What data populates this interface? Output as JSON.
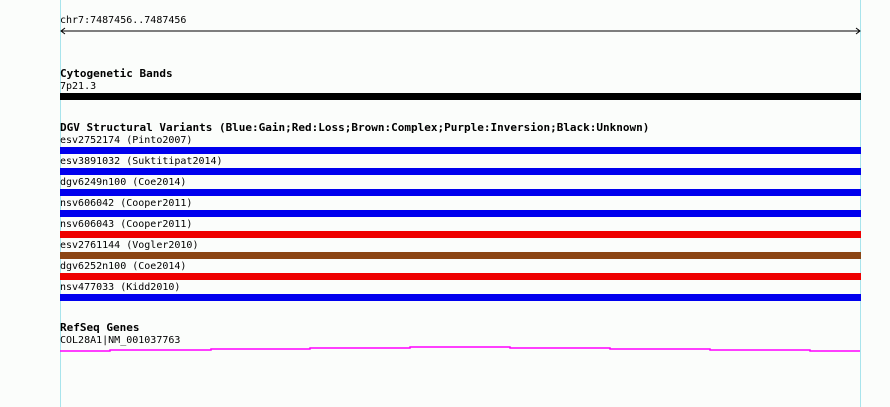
{
  "ruler": {
    "label": "chr7:7487456..7487456"
  },
  "cytobands": {
    "title": "Cytogenetic Bands",
    "band": "7p21.3",
    "color": "#000000"
  },
  "dgv": {
    "title": "DGV Structural Variants (Blue:Gain;Red:Loss;Brown:Complex;Purple:Inversion;Black:Unknown)",
    "variants": [
      {
        "label": "esv2752174 (Pinto2007)",
        "color": "#0000ee"
      },
      {
        "label": "esv3891032 (Suktitipat2014)",
        "color": "#0000ee"
      },
      {
        "label": "dgv6249n100 (Coe2014)",
        "color": "#0000ee"
      },
      {
        "label": "nsv606042 (Cooper2011)",
        "color": "#0000ee"
      },
      {
        "label": "nsv606043 (Cooper2011)",
        "color": "#ee0000"
      },
      {
        "label": "esv2761144 (Vogler2010)",
        "color": "#8b4513"
      },
      {
        "label": "dgv6252n100 (Coe2014)",
        "color": "#ee0000"
      },
      {
        "label": "nsv477033 (Kidd2010)",
        "color": "#0000ee"
      }
    ]
  },
  "refseq": {
    "title": "RefSeq Genes",
    "gene": "COL28A1|NM_001037763",
    "color": "#ff00ff"
  }
}
